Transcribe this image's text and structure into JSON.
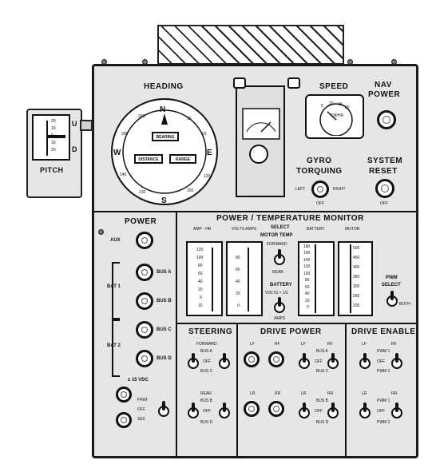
{
  "colors": {
    "panel": "#e6e6e6",
    "ink": "#111111",
    "paper": "#ffffff"
  },
  "pitch": {
    "label": "PITCH",
    "up": "U",
    "down": "D",
    "ticks": [
      "20",
      "10",
      "0",
      "10",
      "20"
    ]
  },
  "heading": {
    "label": "HEADING",
    "compass": {
      "n": "N",
      "s": "S",
      "e": "E",
      "w": "W"
    },
    "ring": [
      "330",
      "30",
      "60",
      "120",
      "150",
      "210",
      "240",
      "300"
    ],
    "bearing": "BEARING",
    "distance": "DISTANCE",
    "range": "RANGE"
  },
  "speed": {
    "label": "SPEED",
    "scale": [
      "5",
      "10",
      "15",
      "20"
    ],
    "unit": "KM/HR"
  },
  "nav_power": {
    "label1": "NAV",
    "label2": "POWER"
  },
  "gyro": {
    "label1": "GYRO",
    "label2": "TORQUING",
    "left": "LEFT",
    "right": "RIGHT",
    "off": "OFF"
  },
  "system_reset": {
    "label1": "SYSTEM",
    "label2": "RESET",
    "off": "OFF"
  },
  "power": {
    "title": "POWER",
    "aux": "AUX",
    "bat1": "BAT 1",
    "bat2": "BAT 2",
    "buses": [
      "BUS A",
      "BUS B",
      "BUS C",
      "BUS D"
    ],
    "vdc": "± 15 VDC",
    "prim": "PRIM",
    "off": "OFF",
    "sec": "SEC"
  },
  "monitor": {
    "title": "POWER / TEMPERATURE MONITOR",
    "amp_hr": "AMP - HR",
    "volts_amps": "VOLTS AMPS",
    "battery": "BATTERY",
    "motor": "MOTOR",
    "select": "SELECT",
    "motor_temp": "MOTOR TEMP",
    "forward": "FORWARD",
    "rear": "REAR",
    "battery_volts": "BATTERY",
    "volts_x": "VOLTS × 1/2",
    "amps": "AMPS",
    "pwm": "PWM",
    "select2": "SELECT",
    "both": "BOTH",
    "scale1": [
      "120",
      "100",
      "80",
      "60",
      "40",
      "20",
      "0",
      "15"
    ],
    "scale2": [
      "80",
      "60",
      "40",
      "20",
      "0"
    ],
    "scale3": [
      "180",
      "160",
      "140",
      "120",
      "100",
      "80",
      "60",
      "40",
      "20",
      "0"
    ],
    "scale4": [
      "500",
      "450",
      "400",
      "350",
      "300",
      "250",
      "200"
    ]
  },
  "steering": {
    "title": "STEERING",
    "forward": "FORWARD",
    "rear": "REAR",
    "bus_a": "BUS A",
    "bus_b": "BUS B",
    "bus_c": "BUS C",
    "bus_d": "BUS D",
    "off": "OFF"
  },
  "drive_power": {
    "title": "DRIVE POWER",
    "lf": "LF",
    "rf": "RF",
    "lr": "LR",
    "rr": "RR",
    "bus_a": "BUS A",
    "bus_b": "BUS B",
    "bus_c": "BUS C",
    "bus_d": "BUS D",
    "off": "OFF"
  },
  "drive_enable": {
    "title": "DRIVE ENABLE",
    "lf": "LF",
    "rf": "RF",
    "lr": "LR",
    "rr": "RR",
    "pwm1": "PWM 1",
    "pwm2": "PWM 2",
    "off": "OFF"
  }
}
